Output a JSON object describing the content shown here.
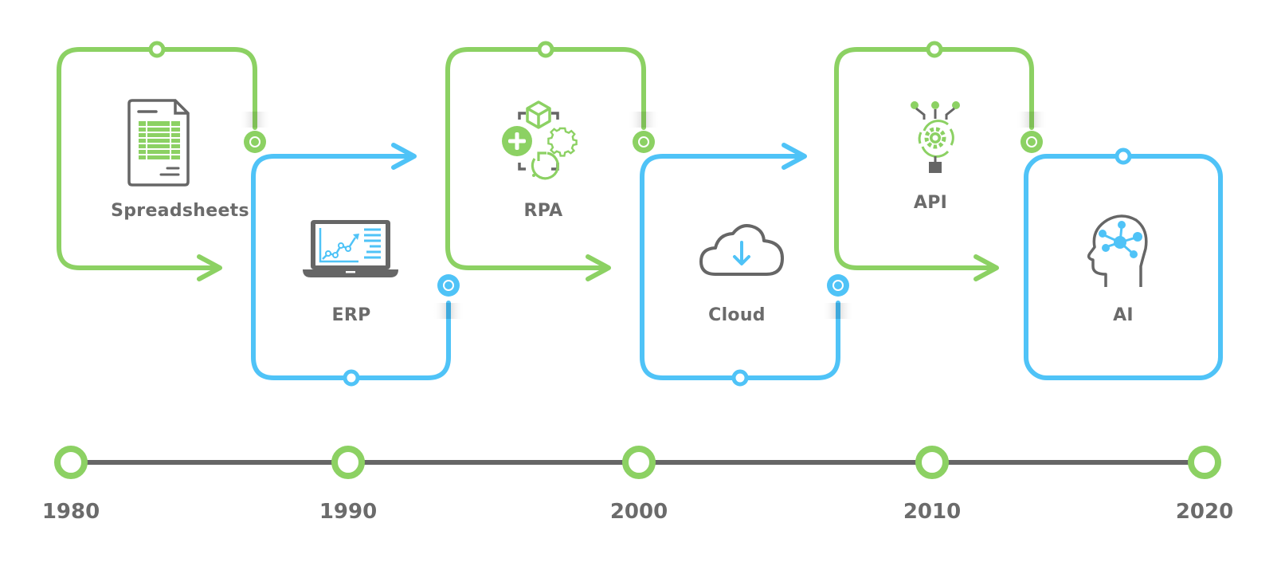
{
  "colors": {
    "green": "#8cd163",
    "blue": "#4fc3f7",
    "gray": "#666666",
    "text": "#6b6b6b"
  },
  "stages": [
    {
      "label": "Spreadsheets",
      "icon": "spreadsheet-icon",
      "color": "green"
    },
    {
      "label": "ERP",
      "icon": "laptop-chart-icon",
      "color": "blue"
    },
    {
      "label": "RPA",
      "icon": "automation-icon",
      "color": "green"
    },
    {
      "label": "Cloud",
      "icon": "cloud-download-icon",
      "color": "blue"
    },
    {
      "label": "API",
      "icon": "api-gear-icon",
      "color": "green"
    },
    {
      "label": "AI",
      "icon": "brain-head-icon",
      "color": "blue"
    }
  ],
  "timeline": {
    "years": [
      "1980",
      "1990",
      "2000",
      "2010",
      "2020"
    ]
  }
}
